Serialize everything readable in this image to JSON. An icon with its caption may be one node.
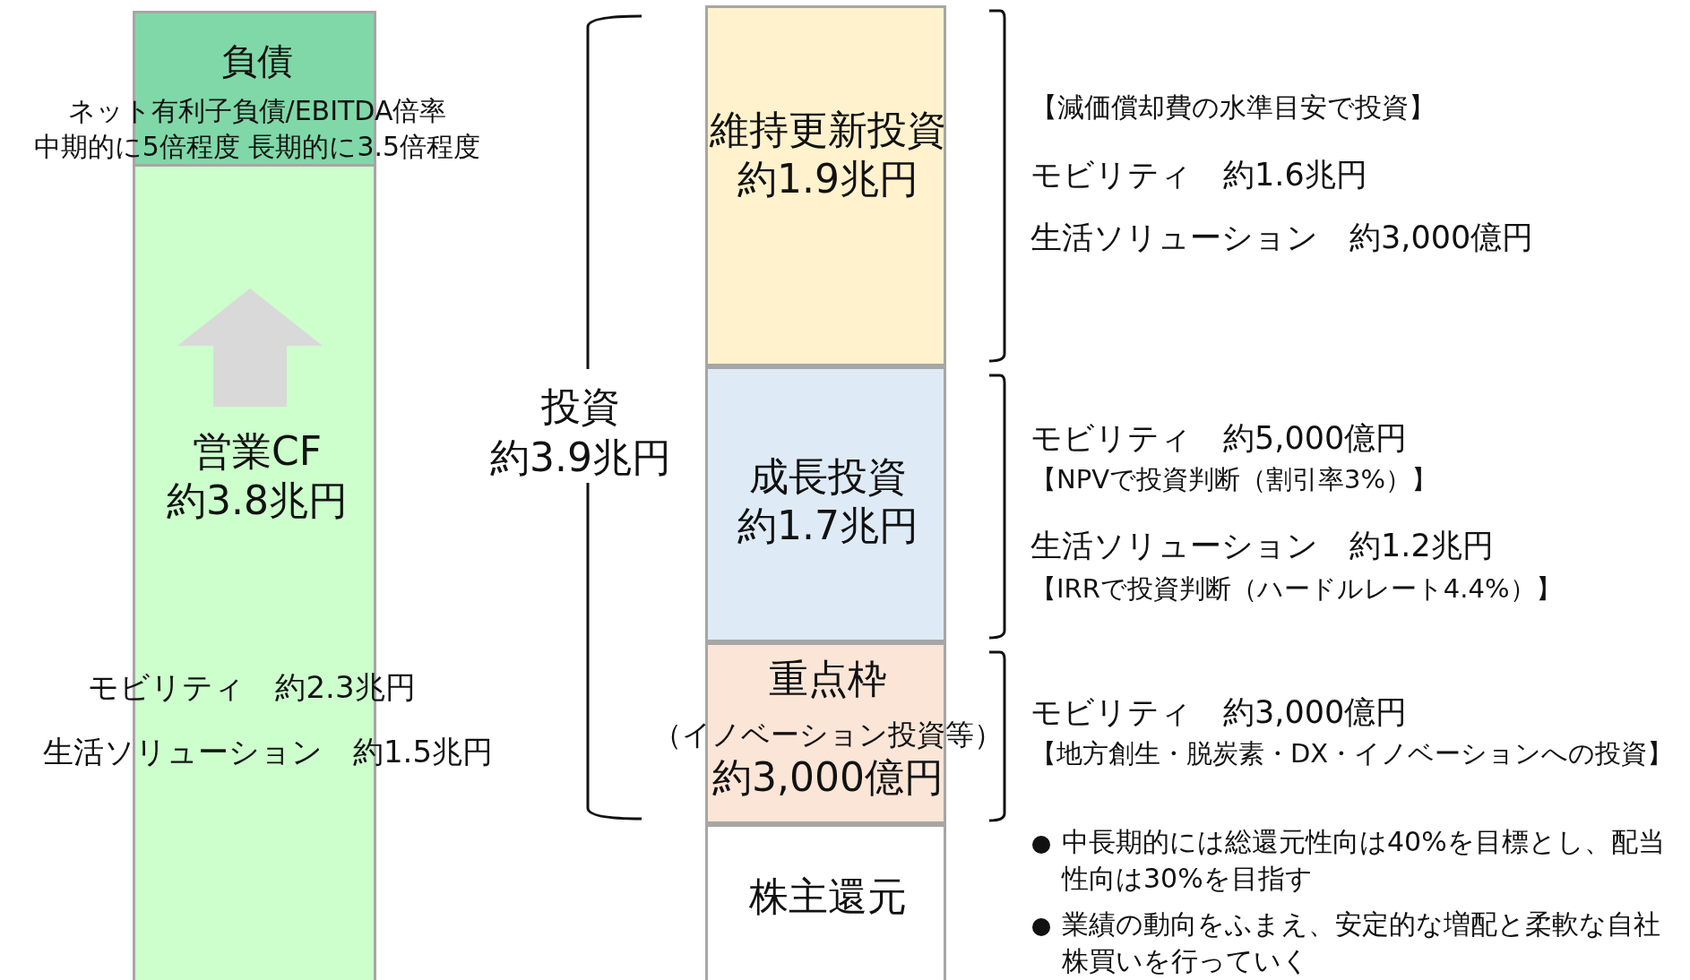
{
  "diagram": {
    "nodes": [
      {
        "text": [
          "負債",
          "ネット有利子負債/EBITDA倍率",
          "中期的に5倍程度 長期的に3.5倍程度"
        ]
      },
      {
        "text": [
          "営業CF",
          "約3.8兆円",
          "モビリティ　約2.3兆円",
          "生活ソリューション　約1.5兆円"
        ]
      },
      {
        "text": [
          "維持更新投資",
          "約1.9兆円"
        ]
      },
      {
        "text": [
          "成長投資",
          "約1.7兆円"
        ]
      },
      {
        "text": [
          "重点枠",
          "（イノベーション投資等）",
          "約3,000億円"
        ]
      },
      {
        "text": [
          "株主還元"
        ]
      }
    ],
    "edges": [],
    "labels": [
      "投資",
      "約3.9兆円",
      "【減価償却費の水準目安で投資】",
      "モビリティ　約1.6兆円",
      "生活ソリューション　約3,000億円",
      "モビリティ　約5,000億円",
      "【NPVで投資判断（割引率3%）】",
      "生活ソリューション　約1.2兆円",
      "【IRRで投資判断（ハードルレート4.4%）】",
      "モビリティ　約3,000億円",
      "【地方創生・脱炭素・DX・イノベーションへの投資】",
      "中長期的には総還元性向は40%を目標とし、配当性向は30%を目指す",
      "業績の動向をふまえ、安定的な増配と柔軟な自社株買いを行っていく"
    ]
  }
}
